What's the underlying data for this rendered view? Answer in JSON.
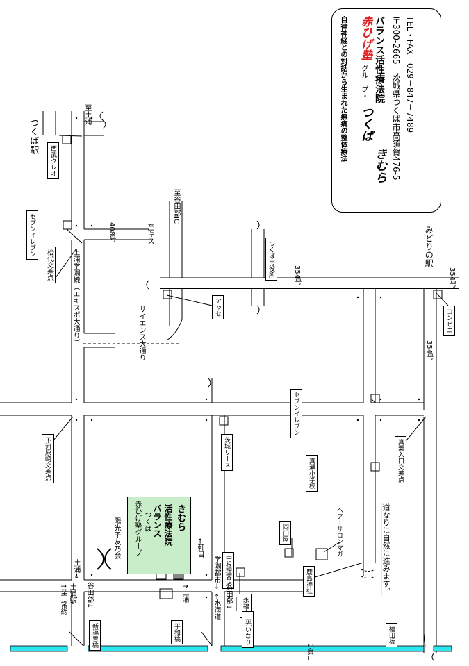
{
  "card": {
    "tagline": "自律神経との対話から生まれた無痛の整体療法",
    "brand_red": "赤ひげ塾",
    "group": "グループ・",
    "tsukuba": "つくば",
    "clinic_name": "バランス活性療法院",
    "clinic_suffix": "きむら",
    "address": "〒300-2665　茨城県つくば市高須賀476-5",
    "tel": "TEL・FAX　029－847－7489"
  },
  "clinic_box": {
    "line1": "赤ひげ塾グループ",
    "line2": "つくば",
    "line3": "バランス",
    "line4": "活性療法院",
    "line5": "きむら"
  },
  "labels": {
    "tsukuba_eki": "つくば駅",
    "seibu_creo": "西武クレオ",
    "seven_1": "セブンイレブン",
    "matsushiro": "松代交差点",
    "road_408": "408号",
    "tsuchiura_gakuen": "土浦学園線（エキスポ大通り）",
    "science": "サイエンス大通り",
    "to_tsuchiura_top": "至土浦",
    "to_yatabe_ic": "至谷田部IC",
    "to_kisu": "至キス",
    "shiyakusho": "つくば市役所",
    "assse": "アッセ",
    "road_354_a": "354号",
    "midorino": "みどりの駅",
    "road_354_b": "354号",
    "konbini": "コンビニ",
    "road_354_c": "354号",
    "shimogawara": "下河原崎交差点",
    "seven_2": "セブンイレブン",
    "zeiryo": "茨城リース",
    "magami_school": "真瀬小学校",
    "magami_iriguchi": "真瀬入口交差点",
    "okada": "岡田屋",
    "hair": "ヘアーサロンマガ",
    "kashima": "鹿島神社",
    "nakane": "中根理容店",
    "michi": "道なりに自然に進みます。",
    "yokoji": "陽光子友乃会",
    "kenmeku": "←軒目",
    "tsuchiura_arrow": "土浦→",
    "yatabe_arrow_1": "谷田部↓",
    "yatabe_arrow_2": "谷田部↓",
    "yatabe_arrow_3": "谷田部→",
    "mizukaido": "←水海道",
    "gakuentoshi": "学園都市→",
    "tsuchiura_up": "↑土浦",
    "eifukuji": "永福寺",
    "sankoh": "三光いなり",
    "shinfuku": "新福曽橋",
    "heiwa": "平和橋",
    "fukuda": "福田橋",
    "kogai": "小貝川",
    "left_a": "↑至",
    "left_b": "土浦駅",
    "left_c": "常総"
  },
  "colors": {
    "river": "#2ee6f0",
    "clinic_bg": "#c9ecc9",
    "brand_red": "#e02020"
  }
}
